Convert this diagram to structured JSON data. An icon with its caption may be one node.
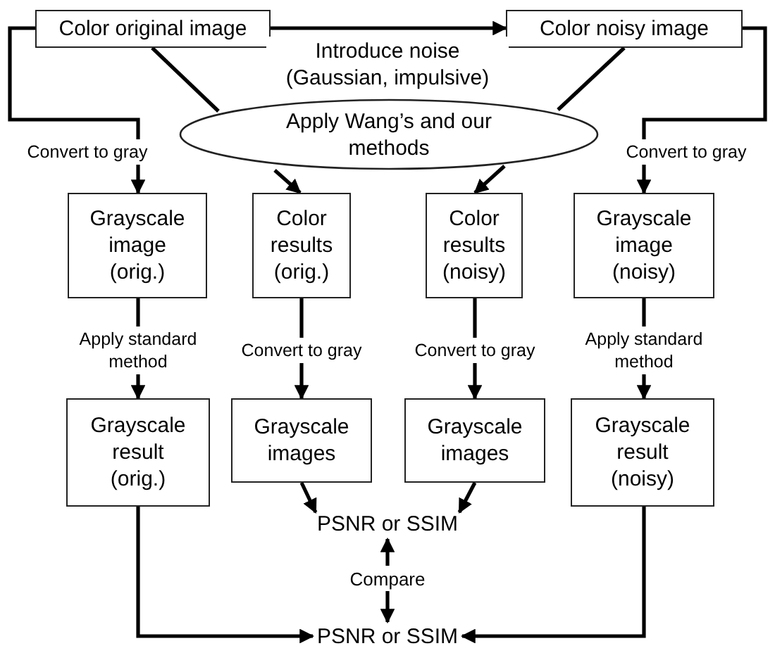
{
  "diagram": {
    "nodes": [
      {
        "text": [
          "Color original image"
        ]
      },
      {
        "text": [
          "Color noisy image"
        ]
      },
      {
        "text": [
          "Apply Wang’s and our methods"
        ]
      },
      {
        "text": [
          "Grayscale image (orig.)"
        ]
      },
      {
        "text": [
          "Color results (orig.)"
        ]
      },
      {
        "text": [
          "Color results (noisy)"
        ]
      },
      {
        "text": [
          "Grayscale image (noisy)"
        ]
      },
      {
        "text": [
          "Grayscale result (orig.)"
        ]
      },
      {
        "text": [
          "Grayscale images"
        ]
      },
      {
        "text": [
          "Grayscale images"
        ]
      },
      {
        "text": [
          "Grayscale result (noisy)"
        ]
      },
      {
        "text": [
          "PSNR or SSIM"
        ]
      },
      {
        "text": [
          "Compare"
        ]
      },
      {
        "text": [
          "PSNR or SSIM"
        ]
      }
    ],
    "edges": [
      {
        "from": 0,
        "to": 1,
        "arrow": "to",
        "label": "Introduce noise (Gaussian, impulsive)"
      },
      {
        "from": 0,
        "to": 2,
        "arrow": "none"
      },
      {
        "from": 2,
        "to": 4,
        "arrow": "to"
      },
      {
        "from": 1,
        "to": 2,
        "arrow": "none"
      },
      {
        "from": 2,
        "to": 5,
        "arrow": "to"
      },
      {
        "from": 0,
        "to": 3,
        "arrow": "to",
        "label": "Convert to gray"
      },
      {
        "from": 1,
        "to": 6,
        "arrow": "to",
        "label": "Convert to gray"
      },
      {
        "from": 3,
        "to": 7,
        "arrow": "to",
        "label": "Apply standard method"
      },
      {
        "from": 4,
        "to": 8,
        "arrow": "to",
        "label": "Convert to gray"
      },
      {
        "from": 5,
        "to": 9,
        "arrow": "to",
        "label": "Convert to gray"
      },
      {
        "from": 6,
        "to": 10,
        "arrow": "to",
        "label": "Apply standard method"
      },
      {
        "from": 8,
        "to": 11,
        "arrow": "to"
      },
      {
        "from": 9,
        "to": 11,
        "arrow": "to"
      },
      {
        "from": 12,
        "to": 11,
        "arrow": "to"
      },
      {
        "from": 12,
        "to": 13,
        "arrow": "to"
      },
      {
        "from": 7,
        "to": 13,
        "arrow": "to"
      },
      {
        "from": 10,
        "to": 13,
        "arrow": "to"
      }
    ]
  }
}
